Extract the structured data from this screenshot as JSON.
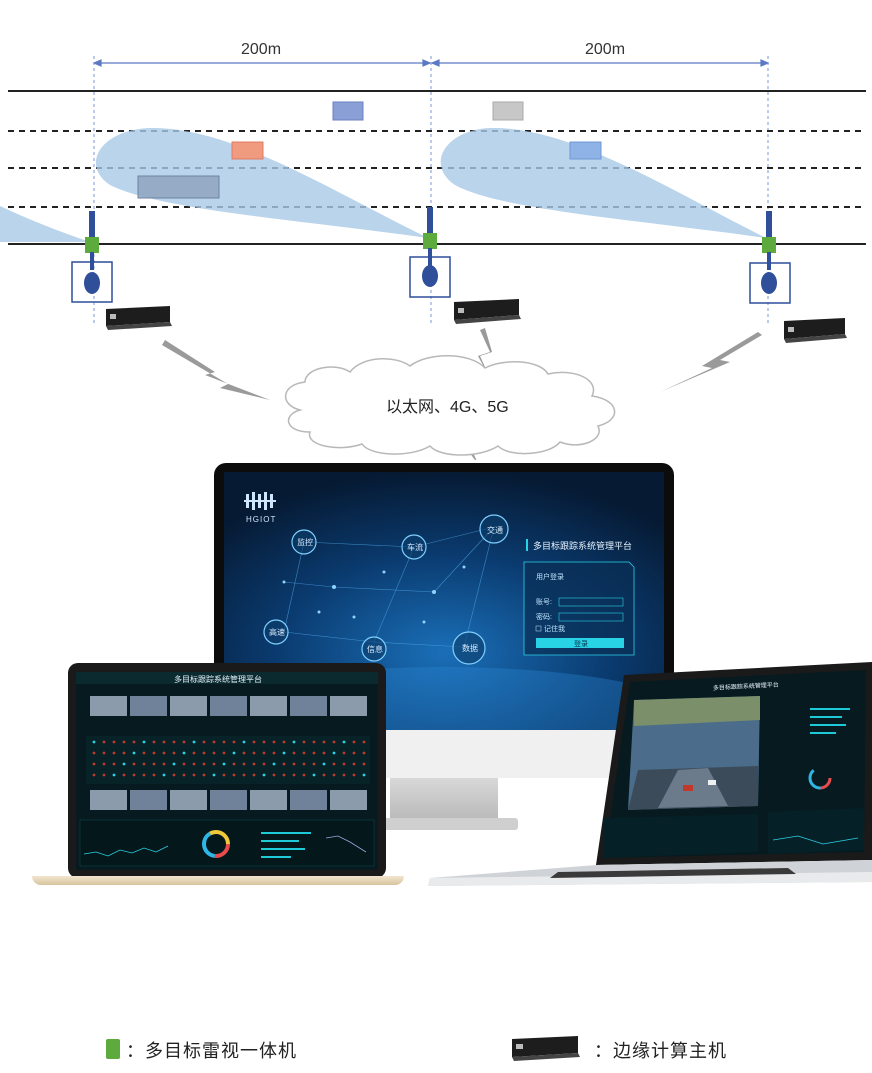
{
  "distances": {
    "left": "200m",
    "right": "200m"
  },
  "network": {
    "label": "以太网、4G、5G"
  },
  "platform": {
    "logo": "HGIOT",
    "title": "多目标跟踪系统管理平台",
    "login_title": "用户登录",
    "account_label": "账号:",
    "password_label": "密码:",
    "remember_label": "记住我",
    "login_button": "登录",
    "nodes": [
      "监控",
      "车流",
      "交通",
      "高速",
      "信息",
      "数据"
    ]
  },
  "laptop_left": {
    "title": "多目标跟踪系统管理平台"
  },
  "laptop_right": {
    "title": "多目标跟踪系统管理平台"
  },
  "legend": {
    "radar_label": "：多目标雷视一体机",
    "edge_label": "：边缘计算主机"
  },
  "colors": {
    "radar_green": "#5cab3c",
    "radar_blue": "#2f4f9a",
    "beam": "#a9c9e6",
    "screen_dark": "#071a2e",
    "accent_cyan": "#29d3e6"
  }
}
